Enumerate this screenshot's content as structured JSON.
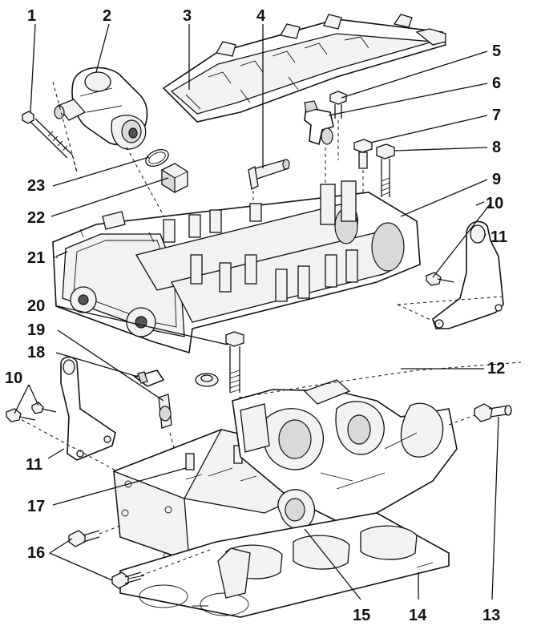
{
  "callouts": [
    {
      "id": "c1",
      "text": "1"
    },
    {
      "id": "c2",
      "text": "2"
    },
    {
      "id": "c3",
      "text": "3"
    },
    {
      "id": "c4",
      "text": "4"
    },
    {
      "id": "c5",
      "text": "5"
    },
    {
      "id": "c6",
      "text": "6"
    },
    {
      "id": "c7",
      "text": "7"
    },
    {
      "id": "c8",
      "text": "8"
    },
    {
      "id": "c9",
      "text": "9"
    },
    {
      "id": "c10a",
      "text": "10"
    },
    {
      "id": "c11a",
      "text": "11"
    },
    {
      "id": "c12",
      "text": "12"
    },
    {
      "id": "c13",
      "text": "13"
    },
    {
      "id": "c14",
      "text": "14"
    },
    {
      "id": "c15",
      "text": "15"
    },
    {
      "id": "c16",
      "text": "16"
    },
    {
      "id": "c17",
      "text": "17"
    },
    {
      "id": "c11b",
      "text": "11"
    },
    {
      "id": "c10b",
      "text": "10"
    },
    {
      "id": "c18",
      "text": "18"
    },
    {
      "id": "c19",
      "text": "19"
    },
    {
      "id": "c20",
      "text": "20"
    },
    {
      "id": "c21",
      "text": "21"
    },
    {
      "id": "c22",
      "text": "22"
    },
    {
      "id": "c23",
      "text": "23"
    }
  ]
}
